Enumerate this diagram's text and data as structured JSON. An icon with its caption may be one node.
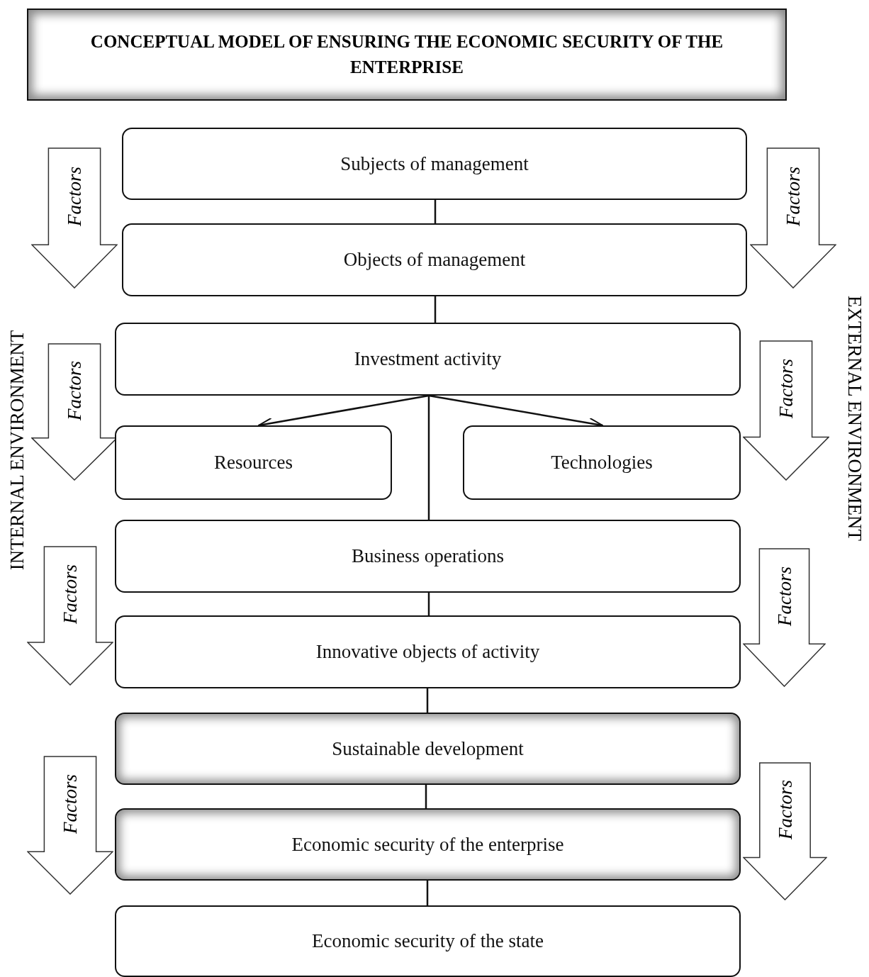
{
  "diagram": {
    "title": "CONCEPTUAL MODEL OF ENSURING THE ECONOMIC SECURITY OF THE ENTERPRISE",
    "nodes": [
      {
        "text": [
          "Subjects of management"
        ]
      },
      {
        "text": [
          "Objects of management"
        ]
      },
      {
        "text": [
          "Investment activity"
        ]
      },
      {
        "text": [
          "Resources"
        ]
      },
      {
        "text": [
          "Technologies"
        ]
      },
      {
        "text": [
          "Business operations"
        ]
      },
      {
        "text": [
          "Innovative objects of activity"
        ]
      },
      {
        "text": [
          "Sustainable development"
        ]
      },
      {
        "text": [
          "Economic security of the enterprise"
        ]
      },
      {
        "text": [
          "Economic security of the state"
        ]
      },
      {
        "text": [
          "Factors"
        ]
      },
      {
        "text": [
          "Factors"
        ]
      },
      {
        "text": [
          "Factors"
        ]
      },
      {
        "text": [
          "Factors"
        ]
      },
      {
        "text": [
          "Factors"
        ]
      },
      {
        "text": [
          "Factors"
        ]
      },
      {
        "text": [
          "Factors"
        ]
      },
      {
        "text": [
          "Factors"
        ]
      }
    ],
    "edges": [
      {
        "from": 0,
        "to": 1,
        "arrow": "none"
      },
      {
        "from": 1,
        "to": 2,
        "arrow": "none"
      },
      {
        "from": 2,
        "to": 3,
        "arrow": "to"
      },
      {
        "from": 2,
        "to": 4,
        "arrow": "to"
      },
      {
        "from": 2,
        "to": 5,
        "arrow": "none"
      },
      {
        "from": 5,
        "to": 6,
        "arrow": "none"
      },
      {
        "from": 6,
        "to": 7,
        "arrow": "none"
      },
      {
        "from": 7,
        "to": 8,
        "arrow": "none"
      },
      {
        "from": 8,
        "to": 9,
        "arrow": "none"
      }
    ],
    "labels": [
      "INTERNAL ENVIRONMENT",
      "EXTERNAL ENVIRONMENT"
    ]
  }
}
